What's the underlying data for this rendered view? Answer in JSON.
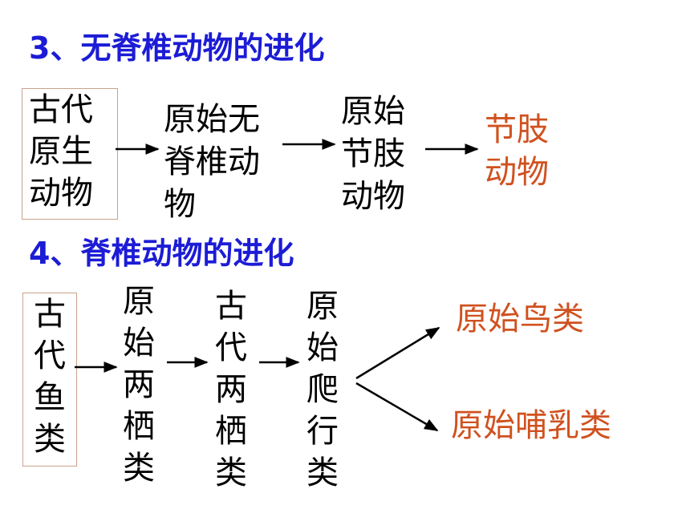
{
  "section3": {
    "heading": "3、无脊椎动物的进化",
    "nodes": [
      "古代\n原生\n动物",
      "原始无\n脊椎动\n物",
      "原始\n节肢\n动物",
      "节肢\n动物"
    ]
  },
  "section4": {
    "heading": "4、脊椎动物的进化",
    "nodes": [
      "古代鱼类",
      "原始两栖类",
      "古代两栖类",
      "原始爬行类",
      "原始鸟类",
      "原始哺乳类"
    ]
  },
  "colors": {
    "heading": "#1c1cd6",
    "result": "#d0511f",
    "text": "#000000",
    "box_border": "#c9a28c"
  }
}
